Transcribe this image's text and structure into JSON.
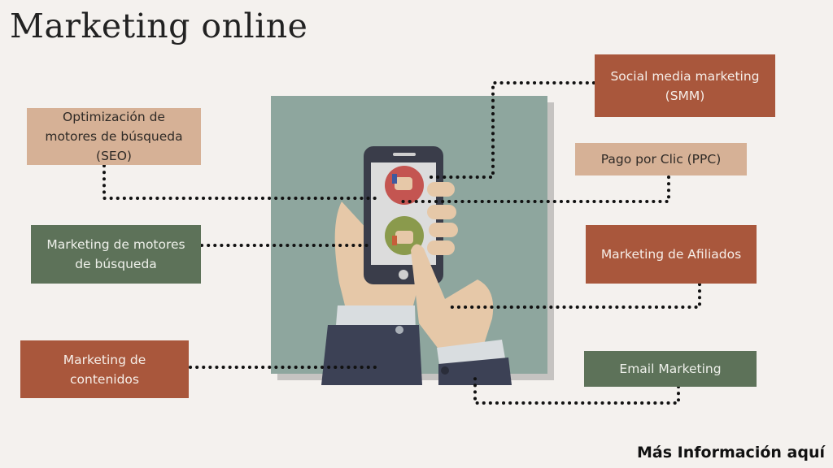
{
  "title": "Marketing online",
  "boxes": {
    "seo": "Optimización de motores de búsqueda (SEO)",
    "sem": "Marketing de motores de búsqueda",
    "content": "Marketing de contenidos",
    "smm": "Social media marketing (SMM)",
    "ppc": "Pago por Clic (PPC)",
    "affiliate": "Marketing de Afiliados",
    "email": "Email Marketing"
  },
  "footer": {
    "more_info": "Más Información aquí"
  },
  "colors": {
    "background": "#f4f1ee",
    "rust": "#a9573c",
    "tan": "#d6b196",
    "green": "#5d7259",
    "photo_bg": "#8ea69e",
    "dots": "#111111"
  }
}
